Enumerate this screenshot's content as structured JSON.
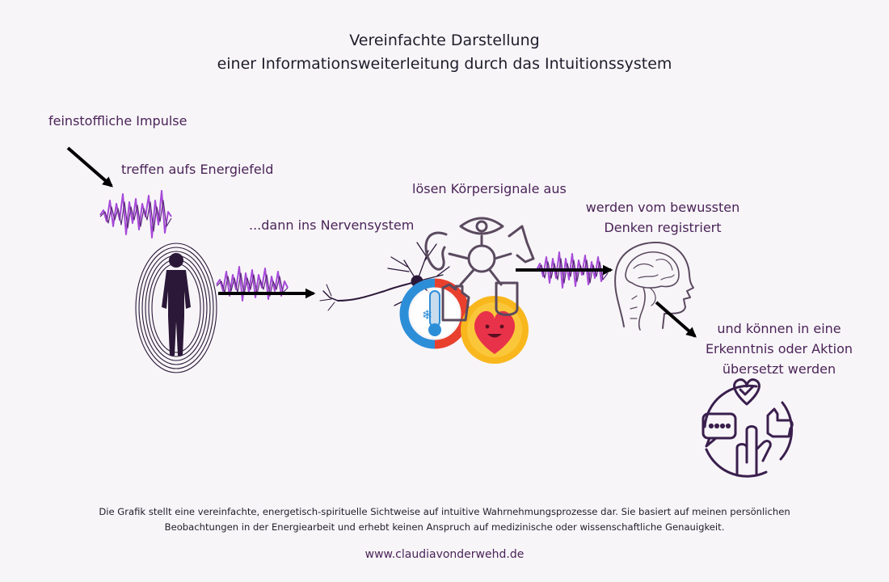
{
  "title": {
    "line1": "Vereinfachte Darstellung",
    "line2": "einer Informationsweiterleitung durch das Intuitionssystem"
  },
  "steps": {
    "impulses": "feinstoffliche Impulse",
    "energy_field": "treffen aufs Energiefeld",
    "nervous_system": "...dann ins Nervensystem",
    "body_signals": "lösen Körpersignale aus",
    "conscious_line1": "werden vom bewussten",
    "conscious_line2": "Denken registriert",
    "translate_line1": "und können in eine",
    "translate_line2": "Erkenntnis oder Aktion",
    "translate_line3": "übersetzt werden"
  },
  "disclaimer": {
    "line1": "Die Grafik stellt eine vereinfachte, energetisch-spirituelle Sichtweise auf intuitive Wahrnehmungsprozesse dar. Sie basiert auf meinen persönlichen",
    "line2": "Beobachtungen in der Energiearbeit und erhebt keinen Anspruch auf medizinische oder wissenschaftliche Genauigkeit."
  },
  "website": "www.claudiavonderwehd.de",
  "colors": {
    "accent": "#4a2457",
    "wave": "#a64ad8",
    "icon_dark": "#2b1838",
    "heart_bg": "#f9b71e",
    "heart": "#e8324a",
    "thermo_blue": "#2d8ed8",
    "thermo_red": "#e8402d"
  },
  "icons": [
    "down-right-arrow-icon",
    "energy-wave-icon",
    "human-aura-icon",
    "right-arrow-icon",
    "neuron-icon",
    "senses-icon",
    "thermometer-icon",
    "heart-face-icon",
    "brain-head-icon",
    "insight-action-icon"
  ]
}
